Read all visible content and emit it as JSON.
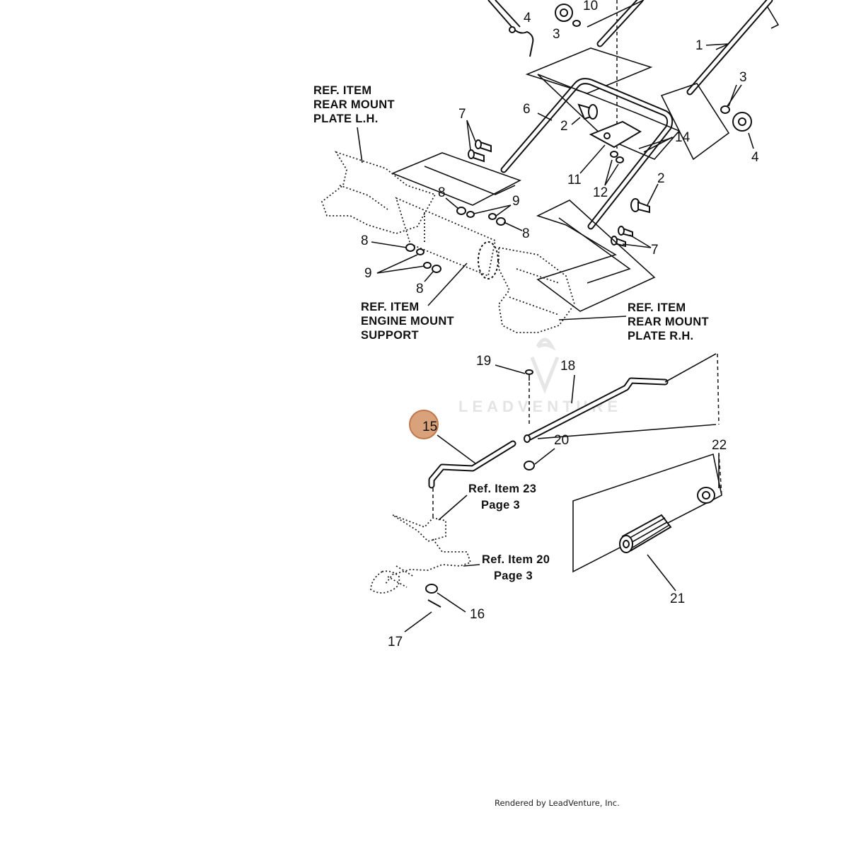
{
  "diagram": {
    "callouts": {
      "c1": "1",
      "c2a": "2",
      "c2b": "2",
      "c3a": "3",
      "c3b": "3",
      "c4a": "4",
      "c4b": "4",
      "c6": "6",
      "c7a": "7",
      "c7b": "7",
      "c8a": "8",
      "c8b": "8",
      "c8c": "8",
      "c8d": "8",
      "c9a": "9",
      "c9b": "9",
      "c10": "10",
      "c11": "11",
      "c12": "12",
      "c14": "14",
      "c15": "15",
      "c16": "16",
      "c17": "17",
      "c18": "18",
      "c19": "19",
      "c20": "20",
      "c21": "21",
      "c22": "22"
    },
    "highlighted_callout": "15",
    "ref_rear_lh": [
      "REF. ITEM",
      "REAR MOUNT",
      "PLATE L.H."
    ],
    "ref_engine": [
      "REF. ITEM",
      "ENGINE MOUNT",
      "SUPPORT"
    ],
    "ref_rear_rh": [
      "REF. ITEM",
      "REAR MOUNT",
      "PLATE R.H."
    ],
    "ref_item23": [
      "Ref. Item 23",
      "Page  3"
    ],
    "ref_item20": [
      "Ref. Item 20",
      "Page  3"
    ],
    "watermark": "LEADVENTURE",
    "highlight_color": "#d9a27a"
  },
  "footer": "Rendered by LeadVenture, Inc."
}
